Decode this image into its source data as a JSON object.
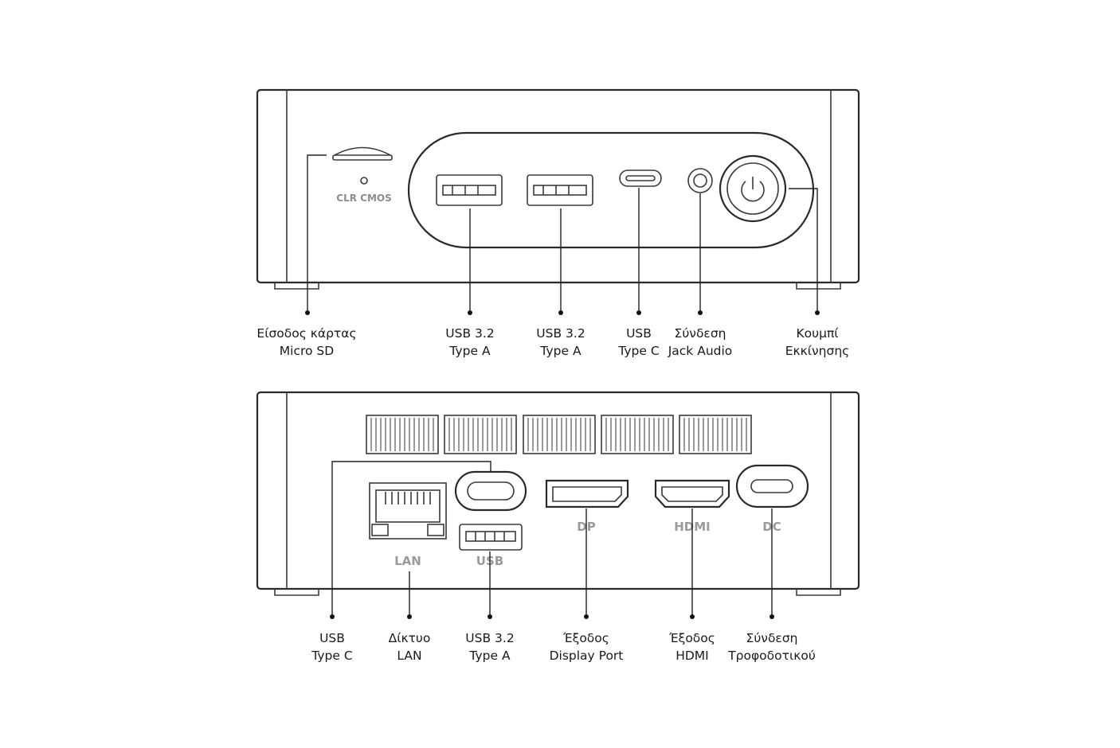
{
  "front": {
    "clr_cmos_label": "CLR  CMOS",
    "callouts": [
      {
        "line1": "Είσοδος κάρτας",
        "line2": "Micro SD"
      },
      {
        "line1": "USB 3.2",
        "line2": "Type A"
      },
      {
        "line1": "USB 3.2",
        "line2": "Type A"
      },
      {
        "line1": "USB",
        "line2": "Type C"
      },
      {
        "line1": "Σύνδεση",
        "line2": "Jack Audio"
      },
      {
        "line1": "Κουμπί",
        "line2": "Εκκίνησης"
      }
    ]
  },
  "rear": {
    "port_labels": {
      "lan": "LAN",
      "usb": "USB",
      "dp": "DP",
      "hdmi": "HDMI",
      "dc": "DC"
    },
    "callouts": [
      {
        "line1": "USB",
        "line2": "Type C"
      },
      {
        "line1": "Δίκτυο",
        "line2": "LAN"
      },
      {
        "line1": "USB 3.2",
        "line2": "Type A"
      },
      {
        "line1": "Έξοδος",
        "line2": "Display Port"
      },
      {
        "line1": "Έξοδος",
        "line2": "HDMI"
      },
      {
        "line1": "Σύνδεση",
        "line2": "Τροφοδοτικού"
      }
    ]
  }
}
